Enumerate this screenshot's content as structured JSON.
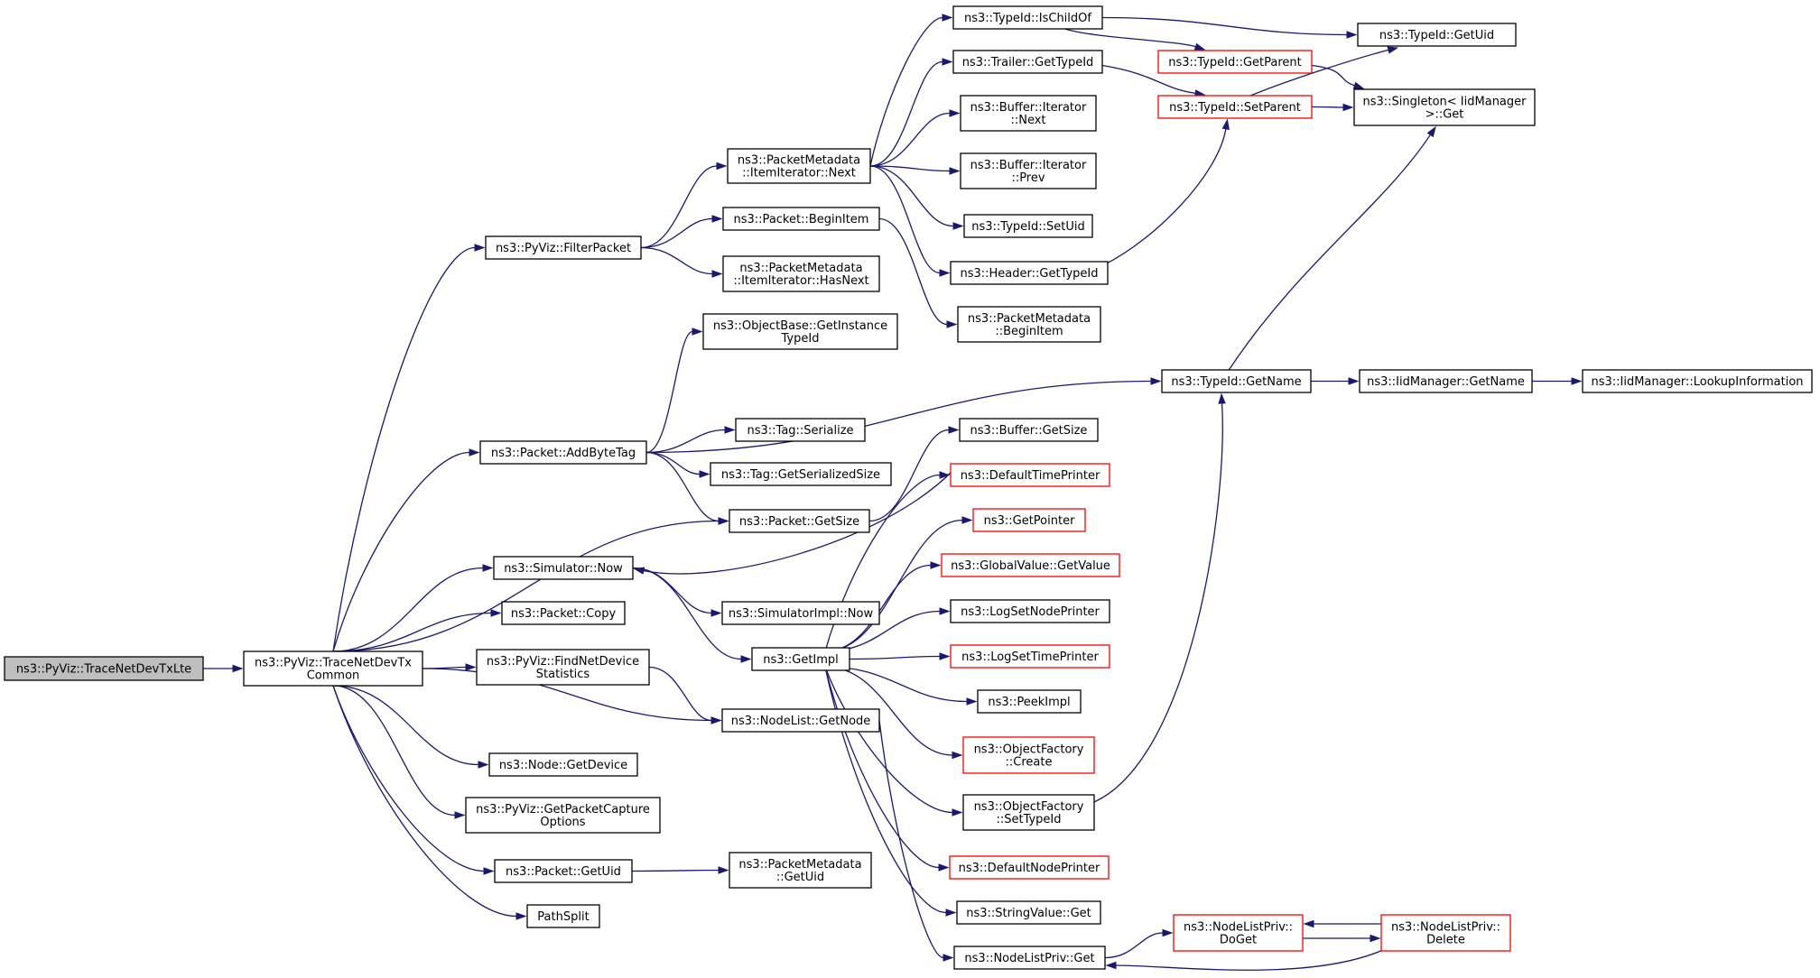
{
  "diagram": {
    "type": "call-graph",
    "nodes": [
      {
        "id": "n0",
        "lines": [
          "ns3::PyViz::TraceNetDevTxLte"
        ],
        "root": true
      },
      {
        "id": "n1",
        "lines": [
          "ns3::PyViz::TraceNetDevTx",
          "Common"
        ]
      },
      {
        "id": "n2",
        "lines": [
          "ns3::PyViz::FilterPacket"
        ]
      },
      {
        "id": "n3",
        "lines": [
          "ns3::Packet::AddByteTag"
        ]
      },
      {
        "id": "n4",
        "lines": [
          "ns3::Simulator::Now"
        ]
      },
      {
        "id": "n5",
        "lines": [
          "ns3::Packet::Copy"
        ]
      },
      {
        "id": "n6",
        "lines": [
          "ns3::PyViz::FindNetDevice",
          "Statistics"
        ]
      },
      {
        "id": "n7",
        "lines": [
          "ns3::Node::GetDevice"
        ]
      },
      {
        "id": "n8",
        "lines": [
          "ns3::PyViz::GetPacketCapture",
          "Options"
        ]
      },
      {
        "id": "n9",
        "lines": [
          "ns3::Packet::GetUid"
        ]
      },
      {
        "id": "n10",
        "lines": [
          "PathSplit"
        ]
      },
      {
        "id": "n11",
        "lines": [
          "ns3::PacketMetadata",
          "::ItemIterator::Next"
        ]
      },
      {
        "id": "n12",
        "lines": [
          "ns3::Packet::BeginItem"
        ]
      },
      {
        "id": "n13",
        "lines": [
          "ns3::PacketMetadata",
          "::ItemIterator::HasNext"
        ]
      },
      {
        "id": "n14",
        "lines": [
          "ns3::ObjectBase::GetInstance",
          "TypeId"
        ]
      },
      {
        "id": "n15",
        "lines": [
          "ns3::Tag::Serialize"
        ]
      },
      {
        "id": "n16",
        "lines": [
          "ns3::Tag::GetSerializedSize"
        ]
      },
      {
        "id": "n17",
        "lines": [
          "ns3::Packet::GetSize"
        ]
      },
      {
        "id": "n18",
        "lines": [
          "ns3::SimulatorImpl::Now"
        ]
      },
      {
        "id": "n19",
        "lines": [
          "ns3::GetImpl"
        ]
      },
      {
        "id": "n20",
        "lines": [
          "ns3::NodeList::GetNode"
        ]
      },
      {
        "id": "n21",
        "lines": [
          "ns3::PacketMetadata",
          "::GetUid"
        ]
      },
      {
        "id": "n22",
        "lines": [
          "ns3::TypeId::IsChildOf"
        ]
      },
      {
        "id": "n23",
        "lines": [
          "ns3::Trailer::GetTypeId"
        ]
      },
      {
        "id": "n24",
        "lines": [
          "ns3::Buffer::Iterator",
          "::Next"
        ]
      },
      {
        "id": "n25",
        "lines": [
          "ns3::Buffer::Iterator",
          "::Prev"
        ]
      },
      {
        "id": "n26",
        "lines": [
          "ns3::TypeId::SetUid"
        ]
      },
      {
        "id": "n27",
        "lines": [
          "ns3::Header::GetTypeId"
        ]
      },
      {
        "id": "n28",
        "lines": [
          "ns3::PacketMetadata",
          "::BeginItem"
        ]
      },
      {
        "id": "n29",
        "lines": [
          "ns3::Buffer::GetSize"
        ]
      },
      {
        "id": "n30",
        "lines": [
          "ns3::DefaultTimePrinter"
        ],
        "red": true
      },
      {
        "id": "n31",
        "lines": [
          "ns3::GetPointer"
        ],
        "red": true
      },
      {
        "id": "n32",
        "lines": [
          "ns3::GlobalValue::GetValue"
        ],
        "red": true
      },
      {
        "id": "n33",
        "lines": [
          "ns3::LogSetNodePrinter"
        ]
      },
      {
        "id": "n34",
        "lines": [
          "ns3::LogSetTimePrinter"
        ],
        "red": true
      },
      {
        "id": "n35",
        "lines": [
          "ns3::PeekImpl"
        ]
      },
      {
        "id": "n36",
        "lines": [
          "ns3::ObjectFactory",
          "::Create"
        ],
        "red": true
      },
      {
        "id": "n37",
        "lines": [
          "ns3::ObjectFactory",
          "::SetTypeId"
        ]
      },
      {
        "id": "n38",
        "lines": [
          "ns3::DefaultNodePrinter"
        ],
        "red": true
      },
      {
        "id": "n39",
        "lines": [
          "ns3::StringValue::Get"
        ]
      },
      {
        "id": "n40",
        "lines": [
          "ns3::NodeListPriv::Get"
        ]
      },
      {
        "id": "n41",
        "lines": [
          "ns3::TypeId::GetParent"
        ],
        "red": true
      },
      {
        "id": "n42",
        "lines": [
          "ns3::TypeId::SetParent"
        ],
        "red": true
      },
      {
        "id": "n43",
        "lines": [
          "ns3::TypeId::GetName"
        ]
      },
      {
        "id": "n44",
        "lines": [
          "ns3::NodeListPriv::",
          "DoGet"
        ],
        "red": true
      },
      {
        "id": "n45",
        "lines": [
          "ns3::NodeListPriv::",
          "Delete"
        ],
        "red": true
      },
      {
        "id": "n46",
        "lines": [
          "ns3::TypeId::GetUid"
        ]
      },
      {
        "id": "n47",
        "lines": [
          "ns3::Singleton< IidManager",
          " >::Get"
        ]
      },
      {
        "id": "n48",
        "lines": [
          "ns3::IidManager::GetName"
        ]
      },
      {
        "id": "n49",
        "lines": [
          "ns3::IidManager::LookupInformation"
        ]
      }
    ],
    "edges": [
      [
        "n0",
        "n1"
      ],
      [
        "n1",
        "n2"
      ],
      [
        "n1",
        "n3"
      ],
      [
        "n1",
        "n17"
      ],
      [
        "n1",
        "n4"
      ],
      [
        "n1",
        "n5"
      ],
      [
        "n1",
        "n6"
      ],
      [
        "n1",
        "n20"
      ],
      [
        "n1",
        "n7"
      ],
      [
        "n1",
        "n8"
      ],
      [
        "n1",
        "n9"
      ],
      [
        "n1",
        "n10"
      ],
      [
        "n2",
        "n11"
      ],
      [
        "n2",
        "n12"
      ],
      [
        "n2",
        "n13"
      ],
      [
        "n3",
        "n14"
      ],
      [
        "n3",
        "n43"
      ],
      [
        "n3",
        "n15"
      ],
      [
        "n3",
        "n16"
      ],
      [
        "n3",
        "n17"
      ],
      [
        "n4",
        "n18"
      ],
      [
        "n4",
        "n19"
      ],
      [
        "n6",
        "n20"
      ],
      [
        "n9",
        "n21"
      ],
      [
        "n12",
        "n28"
      ],
      [
        "n17",
        "n29"
      ],
      [
        "n11",
        "n22"
      ],
      [
        "n11",
        "n23"
      ],
      [
        "n11",
        "n24"
      ],
      [
        "n11",
        "n25"
      ],
      [
        "n11",
        "n26"
      ],
      [
        "n11",
        "n27"
      ],
      [
        "n19",
        "n30"
      ],
      [
        "n19",
        "n31"
      ],
      [
        "n19",
        "n32"
      ],
      [
        "n19",
        "n33"
      ],
      [
        "n19",
        "n34"
      ],
      [
        "n19",
        "n35"
      ],
      [
        "n19",
        "n36"
      ],
      [
        "n19",
        "n37"
      ],
      [
        "n19",
        "n38"
      ],
      [
        "n19",
        "n39"
      ],
      [
        "n30",
        "n4"
      ],
      [
        "n20",
        "n40"
      ],
      [
        "n22",
        "n46"
      ],
      [
        "n22",
        "n41"
      ],
      [
        "n23",
        "n42"
      ],
      [
        "n27",
        "n42"
      ],
      [
        "n42",
        "n46"
      ],
      [
        "n42",
        "n47"
      ],
      [
        "n41",
        "n47"
      ],
      [
        "n43",
        "n48"
      ],
      [
        "n43",
        "n47"
      ],
      [
        "n48",
        "n49"
      ],
      [
        "n37",
        "n43"
      ],
      [
        "n40",
        "n44"
      ],
      [
        "n44",
        "n45"
      ],
      [
        "n45",
        "n44"
      ],
      [
        "n45",
        "n40"
      ]
    ]
  }
}
